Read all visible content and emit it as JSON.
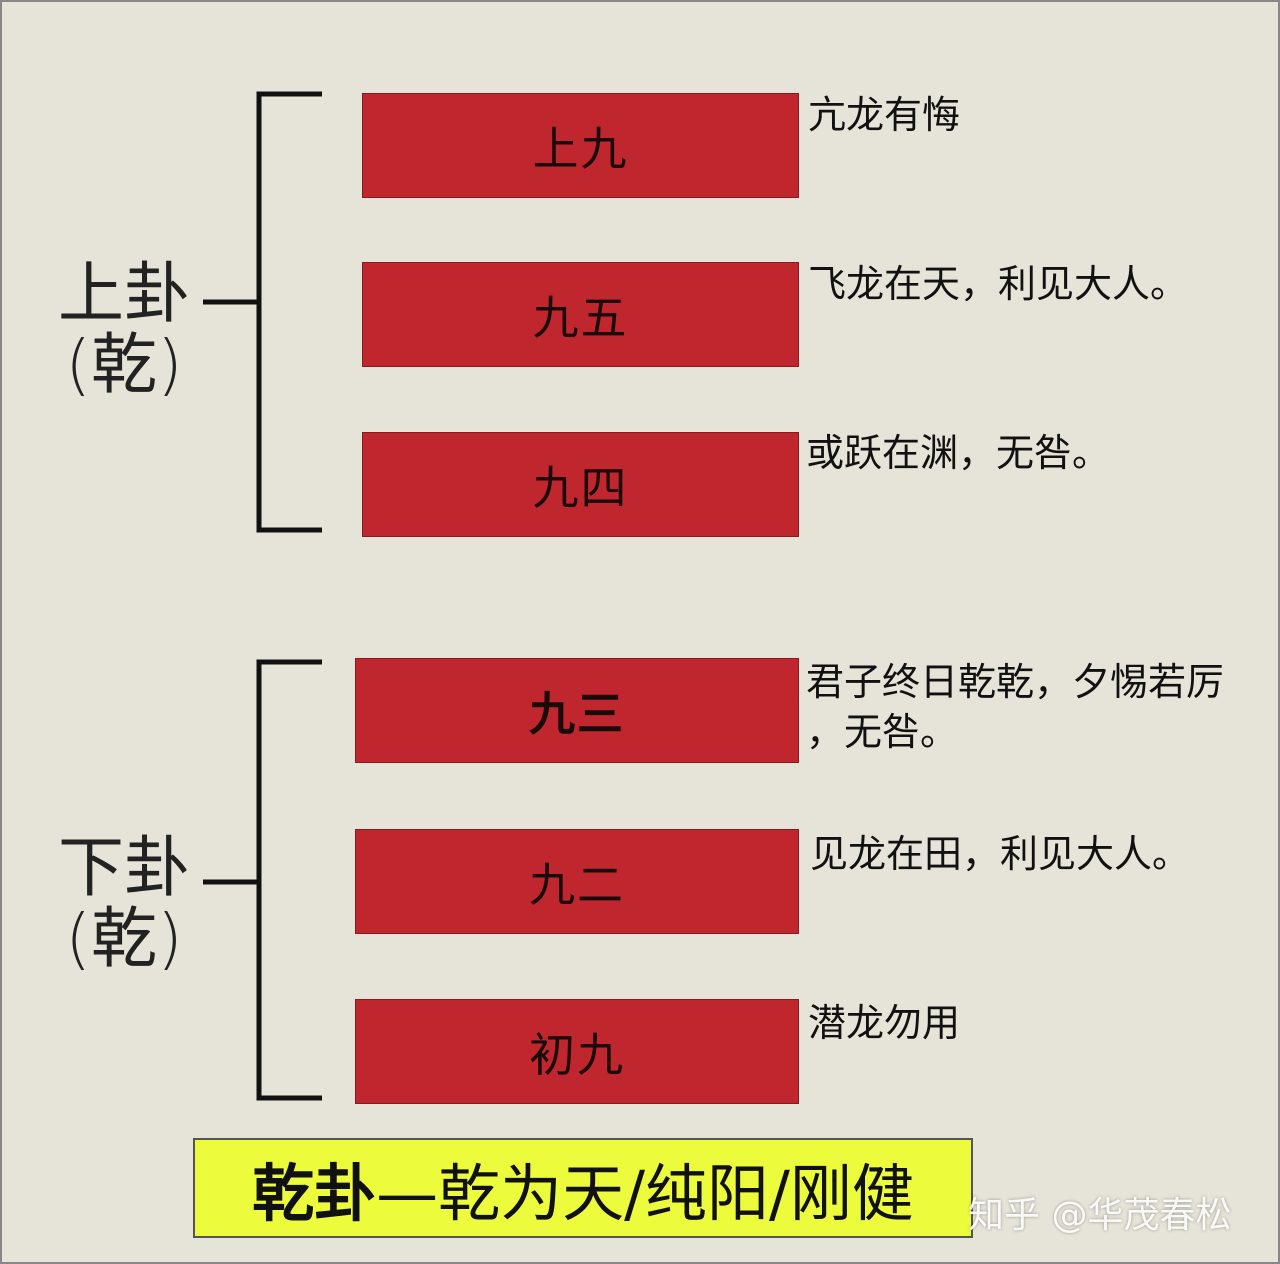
{
  "upper_trigram": {
    "label": "上卦",
    "sub": "(乾)"
  },
  "lower_trigram": {
    "label": "下卦",
    "sub": "(乾)"
  },
  "lines": [
    {
      "name": "上九",
      "text": "亢龙有悔"
    },
    {
      "name": "九五",
      "text": "飞龙在天，利见大人。"
    },
    {
      "name": "九四",
      "text": "或跃在渊，无咎。"
    },
    {
      "name": "九三",
      "text": "君子终日乾乾，夕惕若厉\n，无咎。"
    },
    {
      "name": "九二",
      "text": "见龙在田，利见大人。"
    },
    {
      "name": "初九",
      "text": "潜龙勿用"
    }
  ],
  "title": {
    "bold": "乾卦",
    "rest": "—乾为天/纯阳/刚健"
  },
  "watermark": "知乎 @华茂春松",
  "colors": {
    "background": "#e6e4d8",
    "line_bar": "#c0262e",
    "title_box": "#ecfc3c"
  }
}
